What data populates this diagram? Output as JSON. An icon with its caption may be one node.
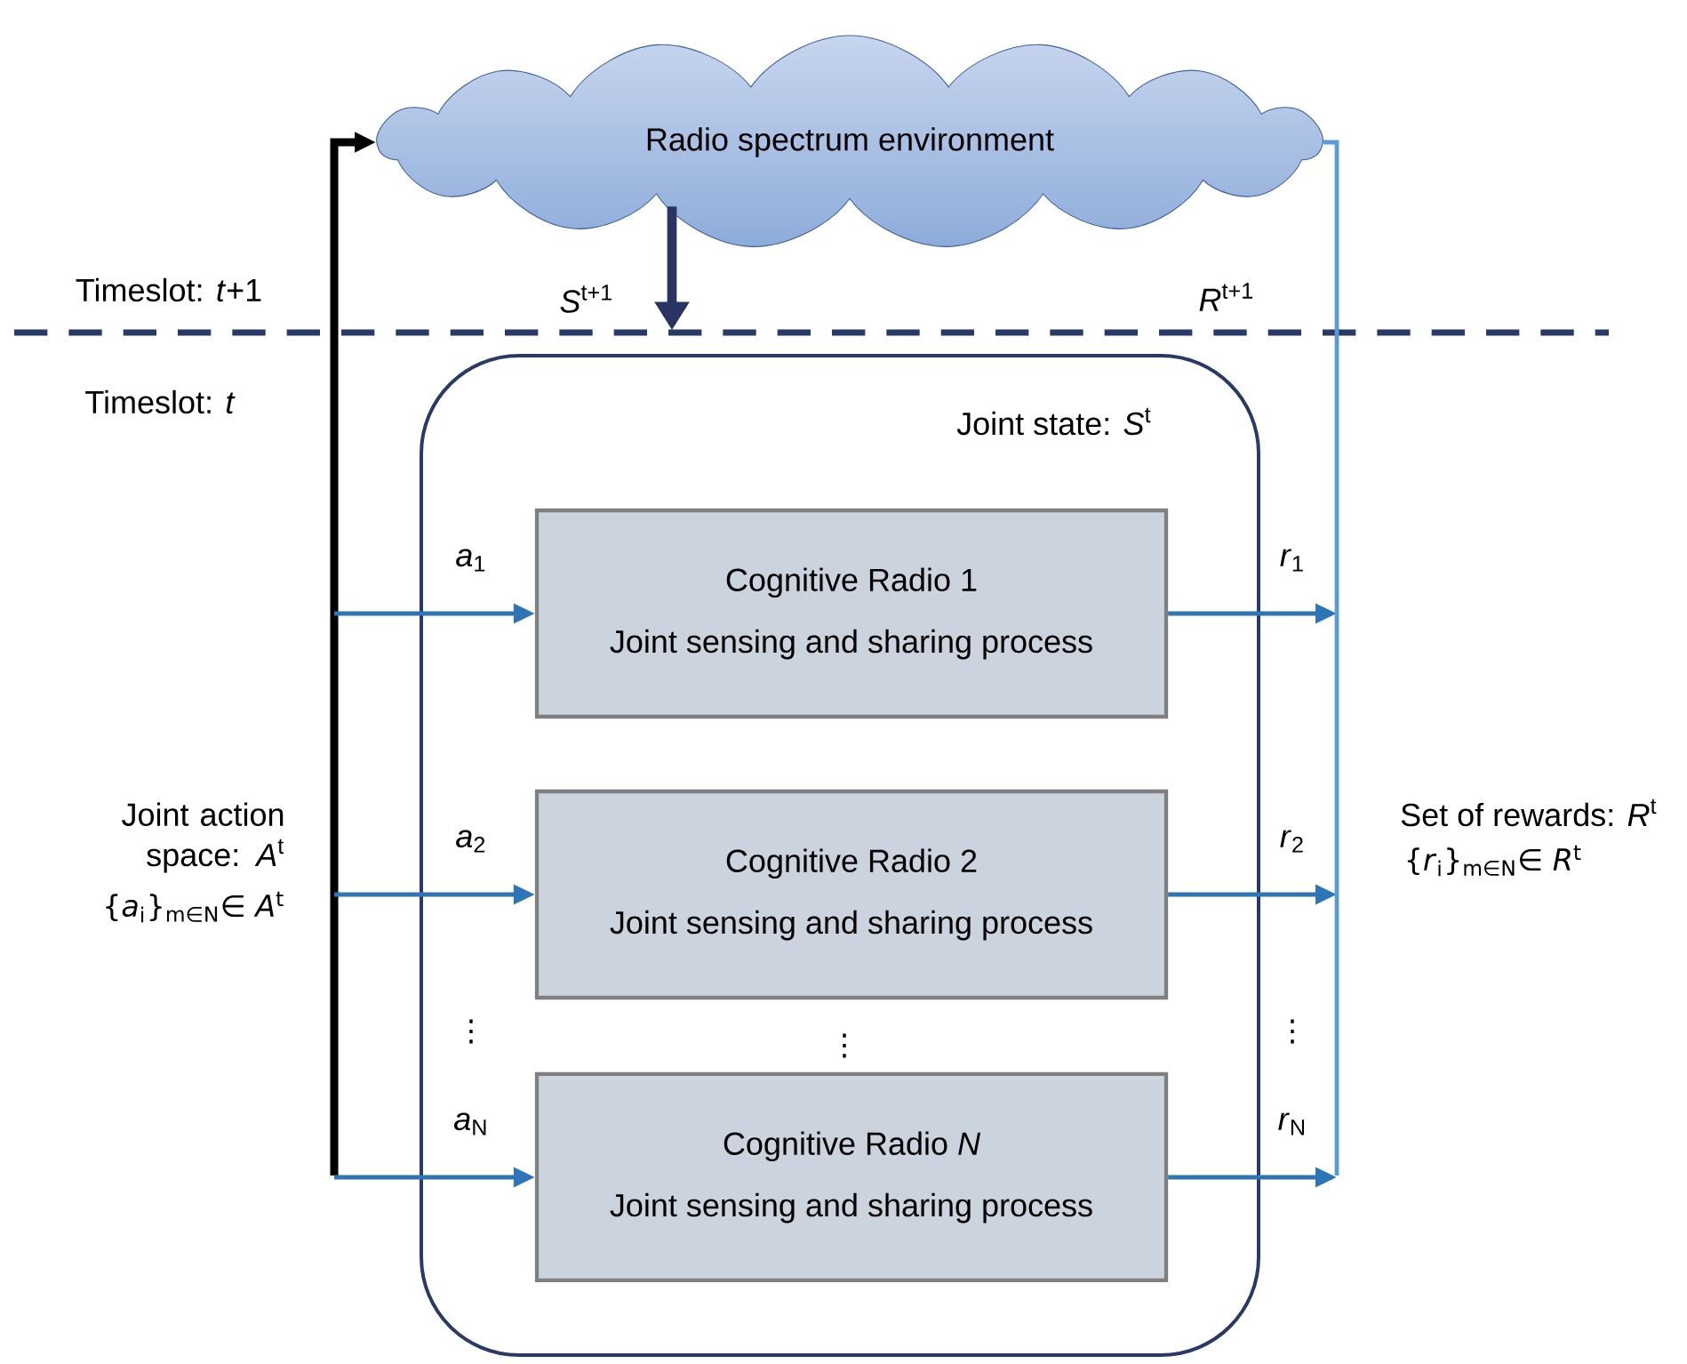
{
  "diagram": {
    "nodes": [
      {
        "text": [
          "Radio spectrum environment"
        ]
      },
      {
        "text": [
          "Joint state: *S*$^{t}$"
        ]
      },
      {
        "text": [
          "Cognitive Radio 1",
          "Joint sensing and sharing process"
        ],
        "in": 1
      },
      {
        "text": [
          "Cognitive Radio 2",
          "Joint sensing and sharing process"
        ],
        "in": 1
      },
      {
        "text": [
          "Cognitive Radio *N*",
          "Joint sensing and sharing process"
        ],
        "in": 1
      }
    ],
    "edges": [
      {
        "from": null,
        "to": 0,
        "arrow": "to",
        "style": "thick",
        "color": "#000000"
      },
      {
        "from": null,
        "to": 2,
        "arrow": "to",
        "label": "*a*$_{1}$"
      },
      {
        "from": null,
        "to": 3,
        "arrow": "to",
        "label": "*a*$_{2}$"
      },
      {
        "from": null,
        "to": 4,
        "arrow": "to",
        "label": "*a*$_{N}$"
      },
      {
        "from": 2,
        "to": null,
        "arrow": "to",
        "label": "*r*$_{1}$"
      },
      {
        "from": 3,
        "to": null,
        "arrow": "to",
        "label": "*r*$_{2}$"
      },
      {
        "from": 4,
        "to": null,
        "arrow": "to",
        "label": "*r*$_{N}$"
      },
      {
        "from": null,
        "to": 0,
        "arrow": "none",
        "label": "*R*$^{t+1}$",
        "color": "#5b9bd5"
      },
      {
        "from": 0,
        "to": 1,
        "arrow": "to",
        "label": "*S*$^{t+1}$",
        "style": "thick",
        "color": "#2a3462"
      }
    ],
    "labels": [
      "Timeslot: *t*+1",
      "Timeslot: *t*",
      "Joint action space: *A*$^{t}$",
      "{*a*$_{i}$}$_{m∈N}$∈ *A*$^{t}$",
      "Set of rewards: *R*$^{t}$",
      "{*r*$_{i}$}$_{m∈N}$∈ *R*$^{t}$",
      "⋮",
      "⋮",
      "⋮"
    ]
  }
}
